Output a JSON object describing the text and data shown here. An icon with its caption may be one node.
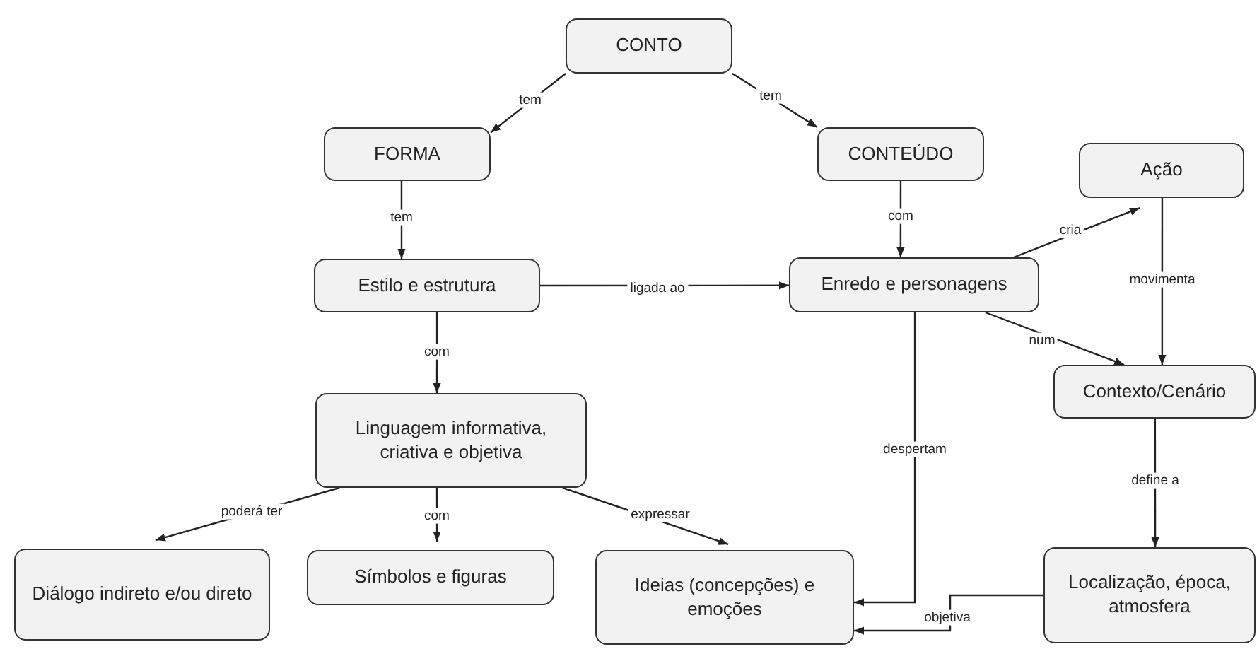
{
  "diagram": {
    "nodes": [
      {
        "text": [
          "CONTO"
        ]
      },
      {
        "text": [
          "FORMA"
        ]
      },
      {
        "text": [
          "CONTEÚDO"
        ]
      },
      {
        "text": [
          "Ação"
        ]
      },
      {
        "text": [
          "Estilo e estrutura"
        ]
      },
      {
        "text": [
          "Enredo e personagens"
        ]
      },
      {
        "text": [
          "Linguagem informativa, criativa e objetiva"
        ]
      },
      {
        "text": [
          "Contexto/Cenário"
        ]
      },
      {
        "text": [
          "Diálogo indireto e/ou direto"
        ]
      },
      {
        "text": [
          "Símbolos e figuras"
        ]
      },
      {
        "text": [
          "Ideias (concepções) e emoções"
        ]
      },
      {
        "text": [
          "Localização, época, atmosfera"
        ]
      }
    ],
    "edges": [
      {
        "from": 0,
        "to": 1,
        "arrow": "to",
        "label": "tem"
      },
      {
        "from": 0,
        "to": 2,
        "arrow": "to",
        "label": "tem"
      },
      {
        "from": 1,
        "to": 4,
        "arrow": "to",
        "label": "tem"
      },
      {
        "from": 2,
        "to": 5,
        "arrow": "to",
        "label": "com"
      },
      {
        "from": 4,
        "to": 5,
        "arrow": "to",
        "label": "ligada ao"
      },
      {
        "from": 5,
        "to": 3,
        "arrow": "to",
        "label": "cria"
      },
      {
        "from": 3,
        "to": 7,
        "arrow": "to",
        "label": "movimenta"
      },
      {
        "from": 5,
        "to": 7,
        "arrow": "to",
        "label": "num"
      },
      {
        "from": 4,
        "to": 6,
        "arrow": "to",
        "label": "com"
      },
      {
        "from": 6,
        "to": 8,
        "arrow": "to",
        "label": "poderá ter"
      },
      {
        "from": 6,
        "to": 9,
        "arrow": "to",
        "label": "com"
      },
      {
        "from": 6,
        "to": 10,
        "arrow": "to",
        "label": "expressar"
      },
      {
        "from": 5,
        "to": 10,
        "arrow": "to",
        "label": "despertam"
      },
      {
        "from": 11,
        "to": 10,
        "arrow": "to",
        "label": "objetiva"
      },
      {
        "from": 7,
        "to": 11,
        "arrow": "to",
        "label": "define a"
      }
    ]
  }
}
